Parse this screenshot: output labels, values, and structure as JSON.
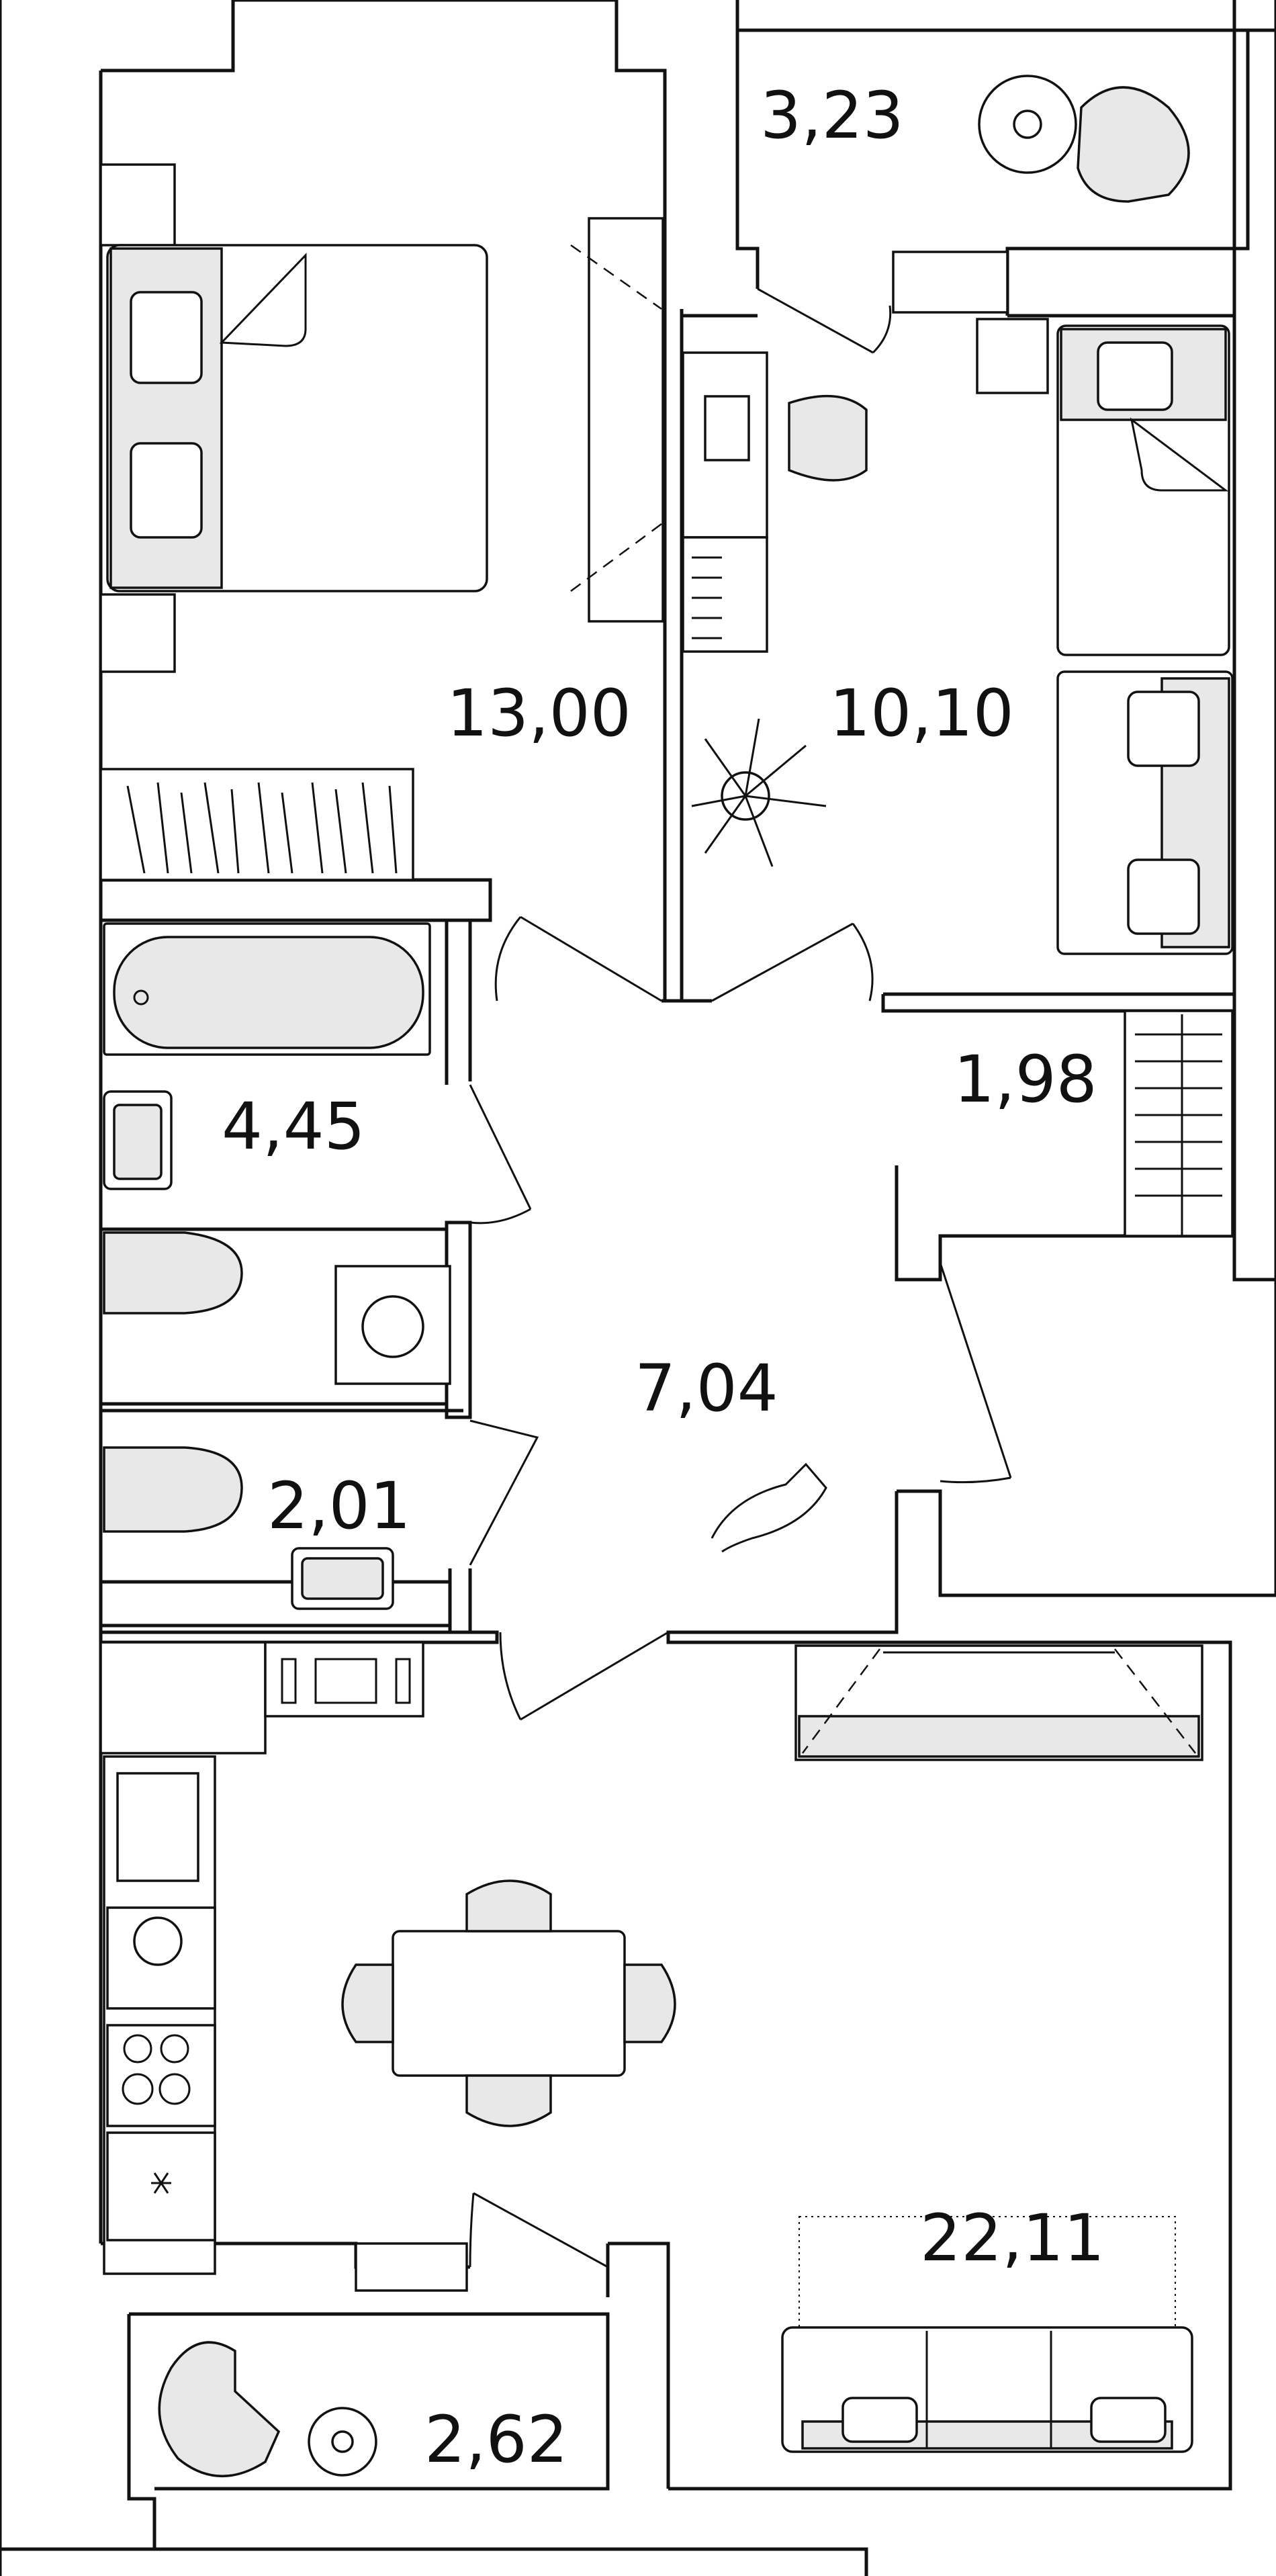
{
  "plan": {
    "rooms": [
      {
        "id": "bedroom",
        "area": "13,00"
      },
      {
        "id": "balcony-top",
        "area": "3,23"
      },
      {
        "id": "kids-room",
        "area": "10,10"
      },
      {
        "id": "bathroom",
        "area": "4,45"
      },
      {
        "id": "storage",
        "area": "1,98"
      },
      {
        "id": "hallway",
        "area": "7,04"
      },
      {
        "id": "toilet",
        "area": "2,01"
      },
      {
        "id": "living-kitchen",
        "area": "22,11"
      },
      {
        "id": "balcony-bottom",
        "area": "2,62"
      }
    ],
    "colors": {
      "wall": "#111111",
      "furniture_fill": "#e8e8e8",
      "background": "#ffffff"
    }
  }
}
